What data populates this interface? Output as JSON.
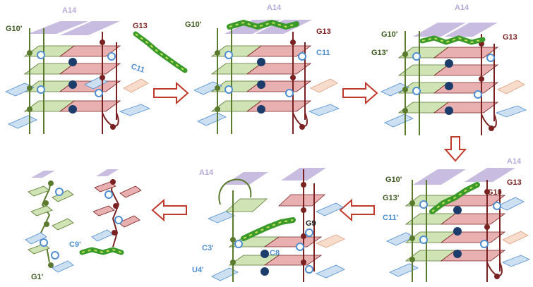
{
  "figure": {
    "panels": [
      {
        "id": "p1",
        "labels": [
          "A14",
          "G10'",
          "G13",
          "C11"
        ]
      },
      {
        "id": "p2",
        "labels": [
          "A14",
          "G10'",
          "G13",
          "C11"
        ]
      },
      {
        "id": "p3",
        "labels": [
          "A14",
          "G10'",
          "G13",
          "G13'"
        ]
      },
      {
        "id": "p4",
        "labels": [
          "A14",
          "G10'",
          "G13",
          "G13'",
          "G10",
          "C11'"
        ]
      },
      {
        "id": "p5",
        "labels": [
          "A14",
          "G9",
          "C3'",
          "C8",
          "U4'"
        ]
      },
      {
        "id": "p6",
        "labels": [
          "C9'",
          "G1'"
        ]
      }
    ],
    "colors": {
      "strand_green": "#5a7a2e",
      "strand_red": "#7a2222",
      "layer_green": "#cfe3b4",
      "layer_red": "#e8b0b0",
      "layer_lavender": "#c8bce0",
      "base_blue": "#cde0f2",
      "base_peach": "#f7dccb",
      "ring_blue": "#4f8ed0",
      "ion_navy": "#1c3d6b",
      "arrow_red": "#c0392b",
      "label_green": "#3d5a1e",
      "label_red": "#7a1f1f",
      "label_blue": "#4f8ed0",
      "label_lavender": "#b6a8d8"
    }
  }
}
